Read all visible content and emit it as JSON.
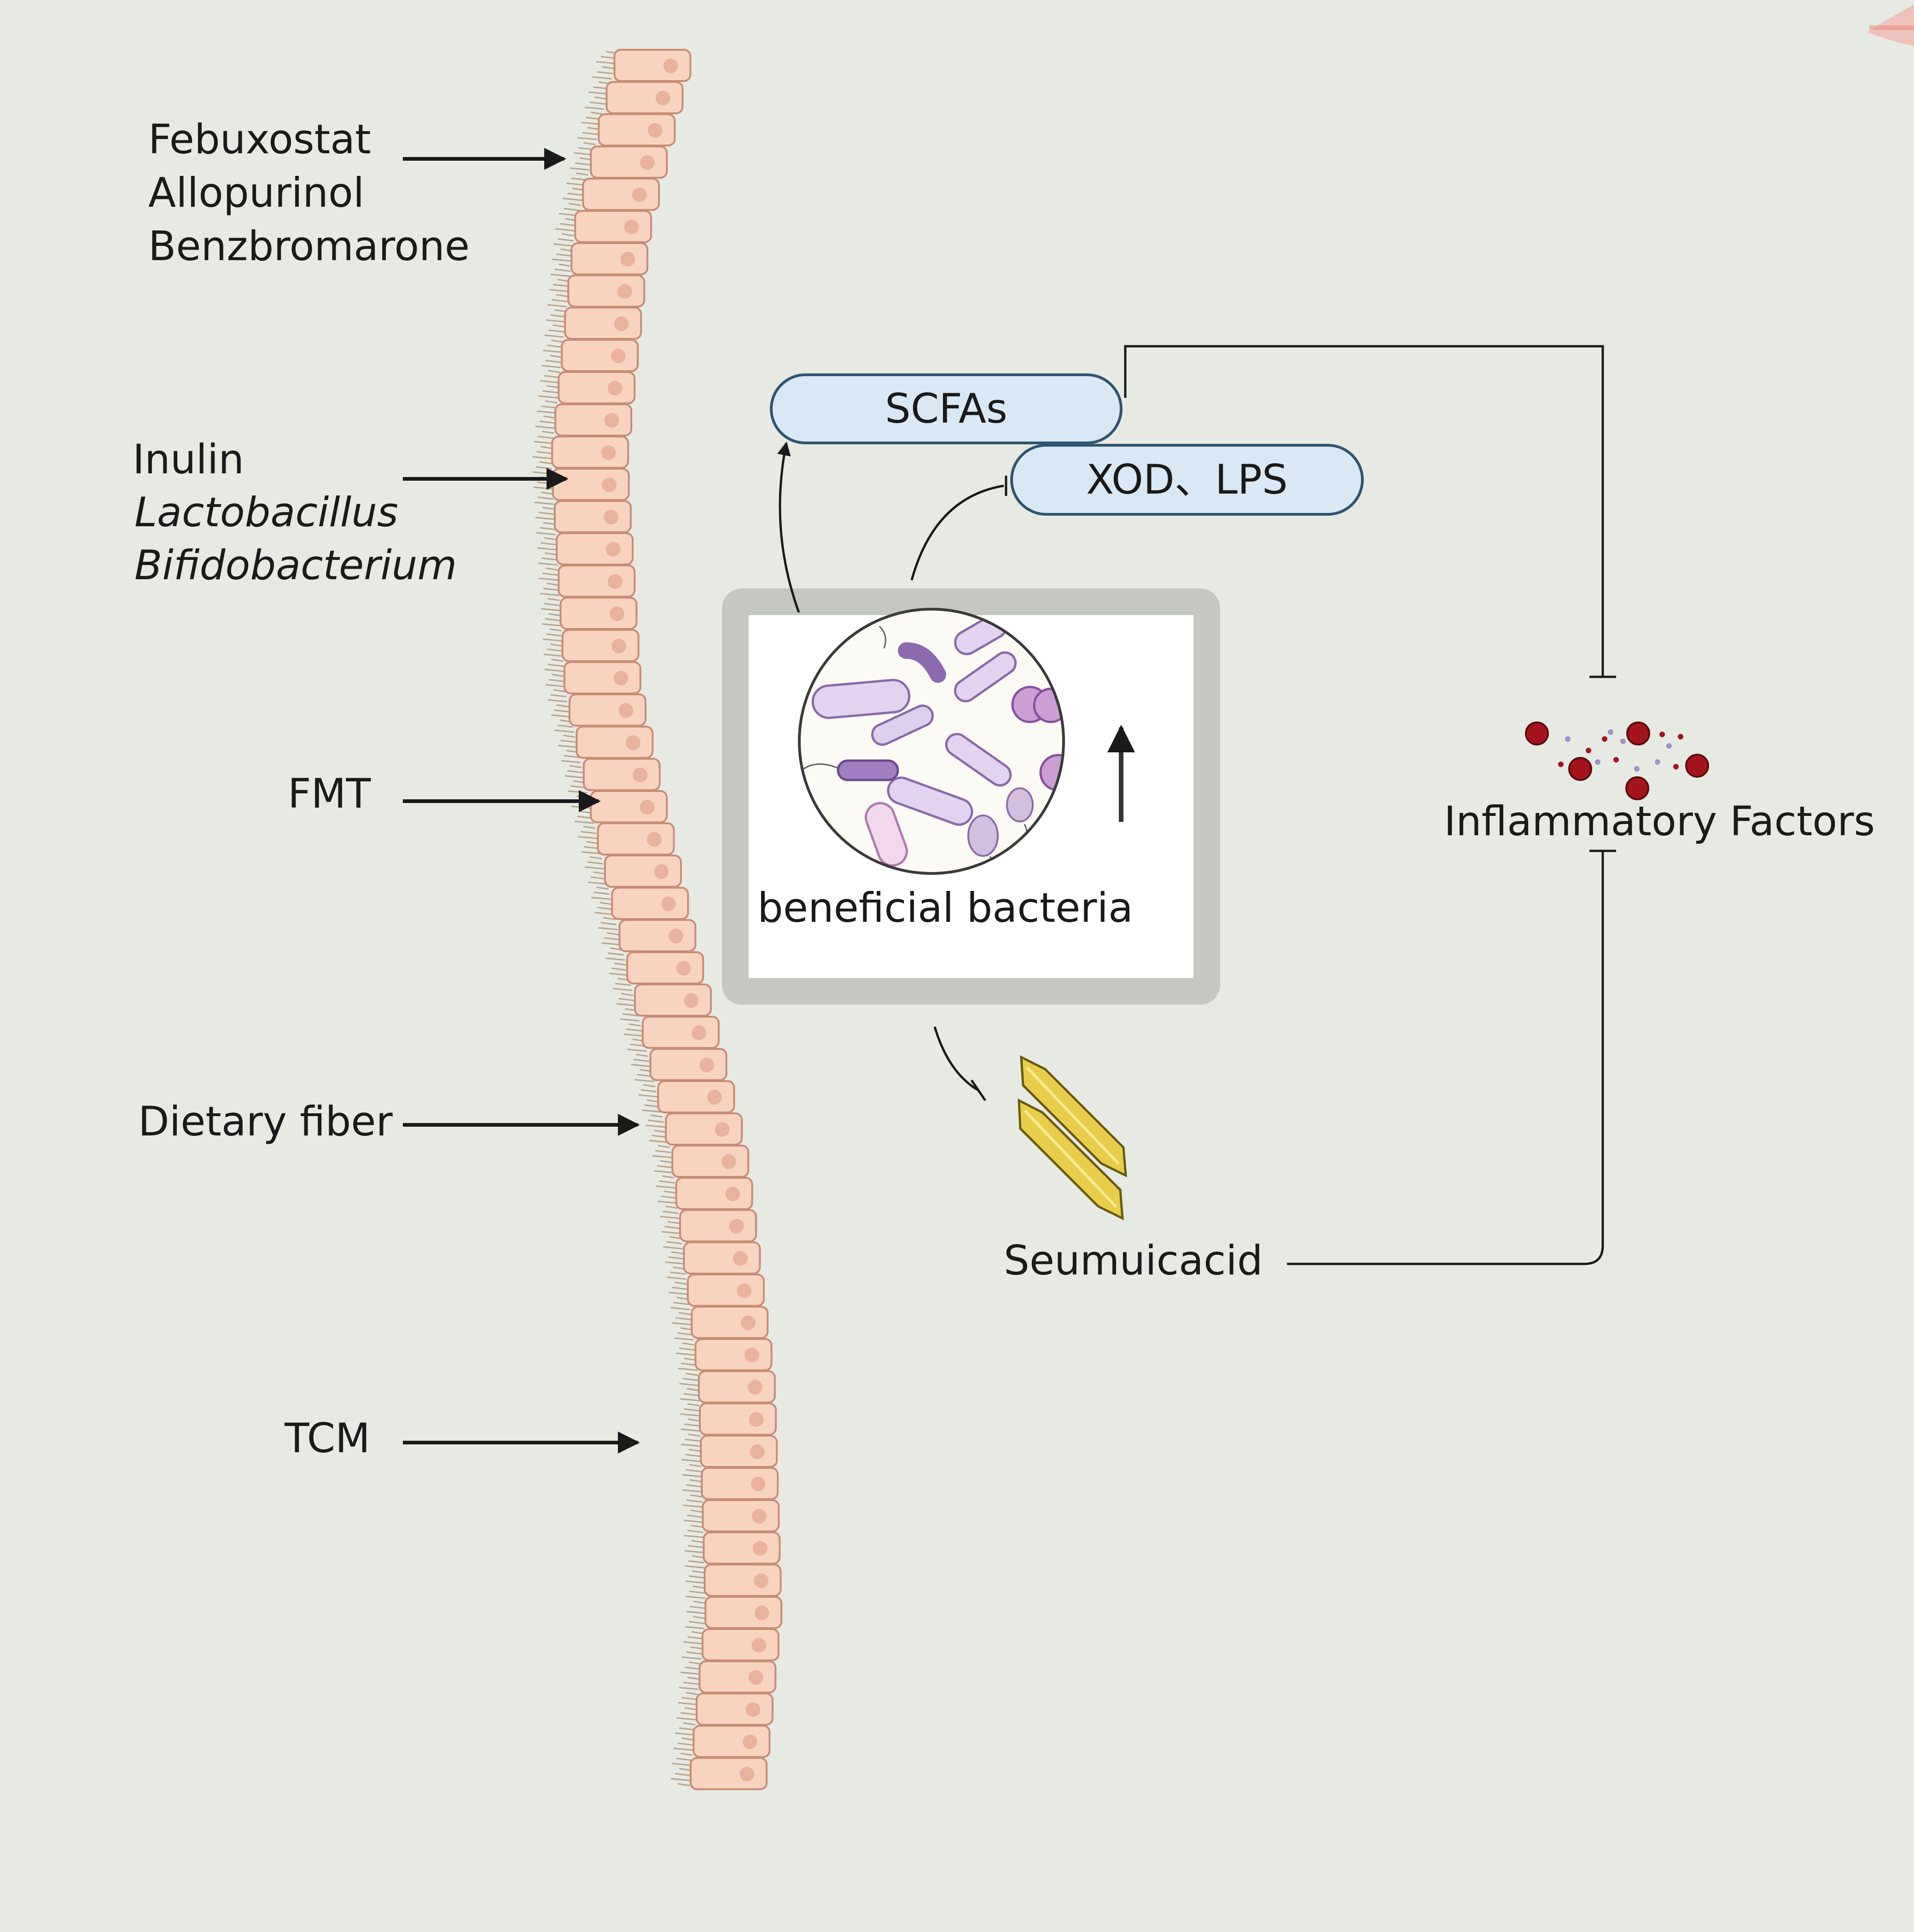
{
  "treatments": {
    "group1": [
      "Febuxostat",
      "Allopurinol",
      "Benzbromarone"
    ],
    "group2": [
      "Inulin",
      "Lactobacillus",
      "Bifidobacterium"
    ],
    "fmt": "FMT",
    "fiber": "Dietary fiber",
    "tcm": "TCM"
  },
  "boxes": {
    "scfas": "SCFAs",
    "xod_lps": "XOD、LPS"
  },
  "bacteria_label": "beneficial bacteria",
  "inflammatory_label": "Inflammatory Factors",
  "uric_label": "Seumuicacid",
  "colors": {
    "background": "#e6eae3",
    "epithelium": "#f8d4c0",
    "pill_fill": "#d9e8f5",
    "pill_border": "#2f5472",
    "frame": "#c4c8c1",
    "red_particle": "#a3141c",
    "crystal": "#e8cd4a"
  }
}
